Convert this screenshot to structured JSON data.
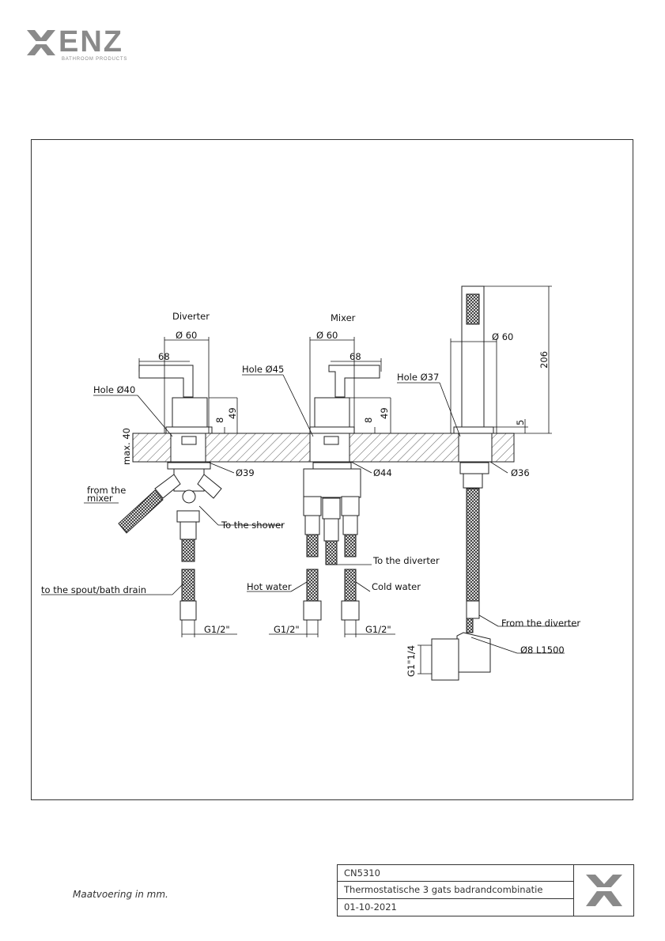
{
  "brand": {
    "name": "ENZ",
    "tagline": "BATHROOM PRODUCTS",
    "logo_color": "#8a8a8a"
  },
  "diagram": {
    "section_titles": {
      "diverter": "Diverter",
      "mixer": "Mixer"
    },
    "dimensions": {
      "diverter_width": "Ø 60",
      "diverter_handle": "68",
      "diverter_height_a": "8",
      "diverter_height_b": "49",
      "deck_max": "max. 40",
      "mixer_width": "Ø 60",
      "mixer_handle": "68",
      "mixer_height_a": "8",
      "mixer_height_b": "49",
      "shower_width": "Ø 60",
      "shower_height": "206",
      "shower_base": "5"
    },
    "labels": {
      "hole_diverter": "Hole Ø40",
      "hole_mixer": "Hole Ø45",
      "hole_shower": "Hole Ø37",
      "dia_39": "Ø39",
      "dia_44": "Ø44",
      "dia_36": "Ø36",
      "from_mixer_1": "from the",
      "from_mixer_2": "mixer",
      "to_shower": "To the shower",
      "to_diverter": "To the diverter",
      "to_spout": "to the spout/bath drain",
      "hot_water": "Hot water",
      "cold_water": "Cold water",
      "from_diverter": "From the diverter",
      "hose": "Ø8 L1500",
      "thread_diverter": "G1/2\"",
      "thread_hot": "G1/2\"",
      "thread_cold": "G1/2\"",
      "thread_shower": "G1\"1/4"
    }
  },
  "footer": {
    "note": "Maatvoering in mm.",
    "product_code": "CN5310",
    "product_name": "Thermostatische 3 gats badrandcombinatie",
    "date": "01-10-2021"
  }
}
